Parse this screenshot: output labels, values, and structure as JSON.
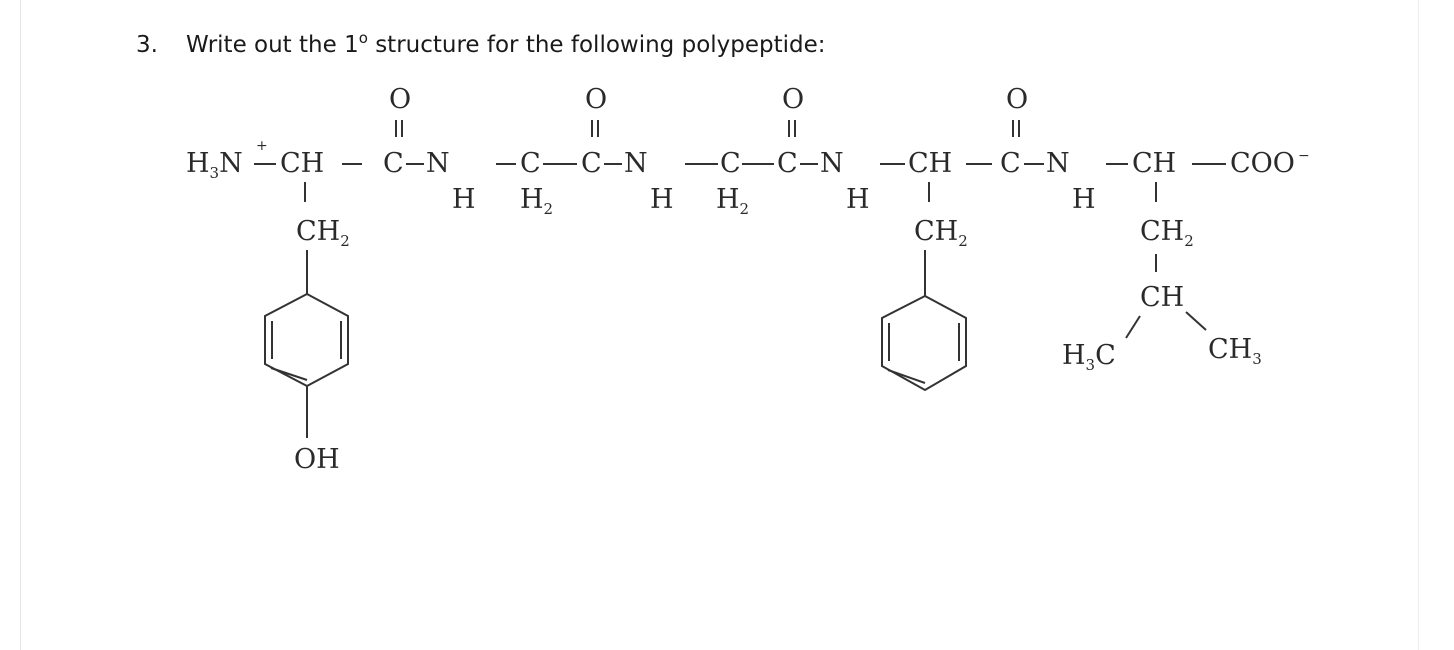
{
  "question": {
    "number": "3.",
    "text_before": "Write out the 1",
    "superscript": "o",
    "text_after": " structure for the following polypeptide:"
  },
  "structure": {
    "backbone": [
      "H",
      "3",
      "N",
      "+",
      "CH",
      "C",
      "N",
      "C",
      "C",
      "N",
      "C",
      "C",
      "N",
      "CH",
      "C",
      "N",
      "CH",
      "COO",
      "−"
    ],
    "carbonyl_oxygen": "O",
    "amide_hydrogen": "H",
    "methylene": {
      "element": "H",
      "sub": "2"
    },
    "side_chain_ch2": {
      "text": "CH",
      "sub": "2"
    },
    "hydroxyl": "OH",
    "isobutyl_ch": "CH",
    "methyl_left": {
      "h": "H",
      "sub": "3",
      "c": "C"
    },
    "methyl_right": {
      "text": "CH",
      "sub": "3"
    }
  }
}
